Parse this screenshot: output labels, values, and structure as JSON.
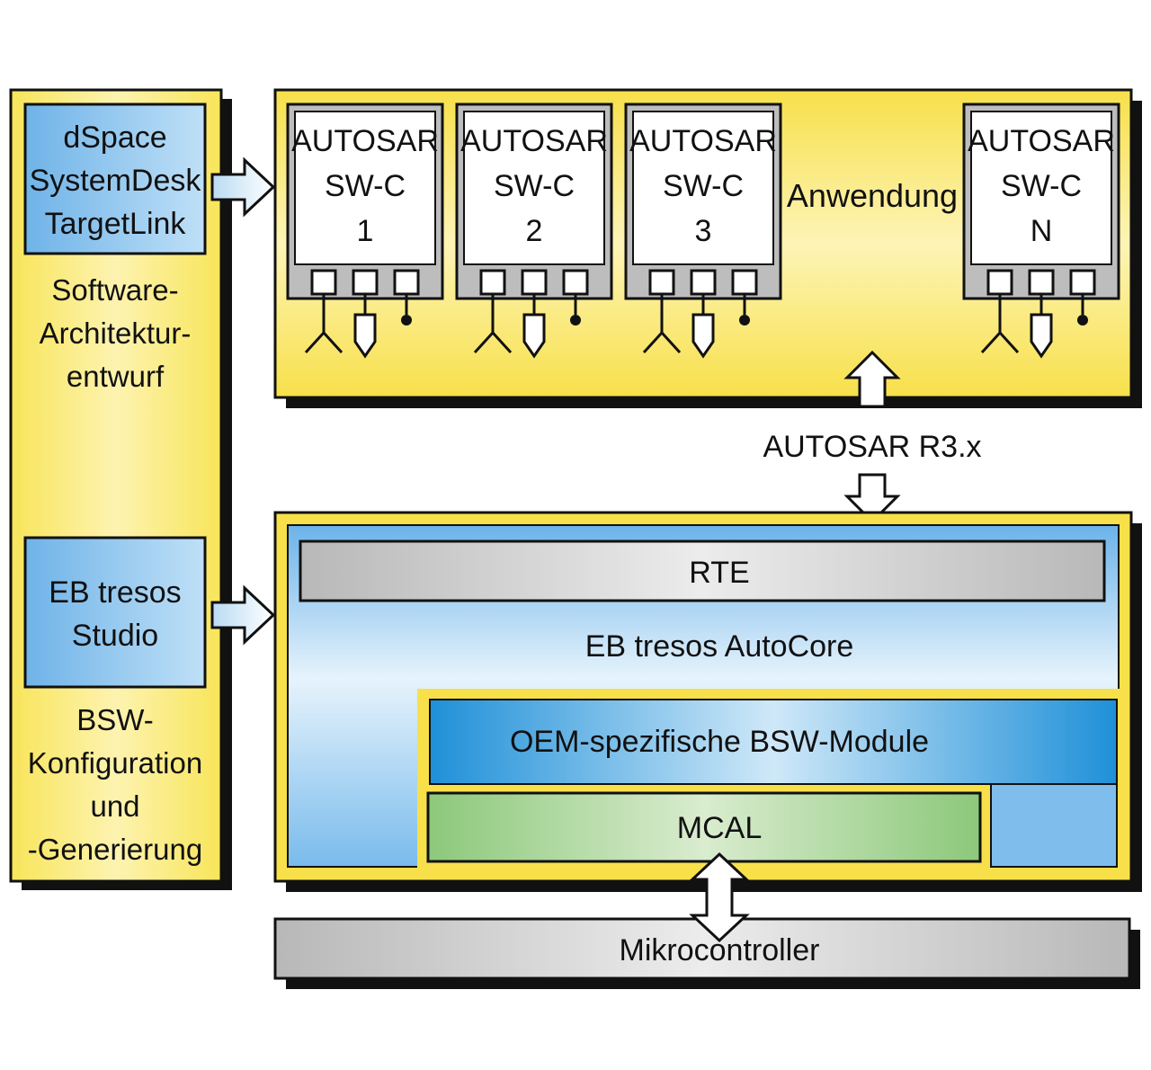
{
  "left_panel": {
    "tool1_lines": [
      "dSpace",
      "SystemDesk",
      "TargetLink"
    ],
    "phase1_lines": [
      "Software-",
      "Architektur-",
      "entwurf"
    ],
    "tool2_lines": [
      "EB tresos",
      "Studio"
    ],
    "phase2_lines": [
      "BSW-",
      "Konfiguration",
      "und",
      "-Generierung"
    ]
  },
  "application": {
    "label": "Anwendung",
    "components": [
      {
        "lines": [
          "AUTOSAR",
          "SW-C",
          "1"
        ]
      },
      {
        "lines": [
          "AUTOSAR",
          "SW-C",
          "2"
        ]
      },
      {
        "lines": [
          "AUTOSAR",
          "SW-C",
          "3"
        ]
      },
      {
        "lines": [
          "AUTOSAR",
          "SW-C",
          "N"
        ]
      }
    ]
  },
  "interface_label": "AUTOSAR R3.x",
  "basic_software": {
    "rte": "RTE",
    "autocore": "EB tresos AutoCore",
    "oem": "OEM-spezifische BSW-Module",
    "mcal": "MCAL"
  },
  "hardware": "Mikrocontroller",
  "colors": {
    "yellow": "#f7e24a",
    "blue": "#8fc4ee",
    "grey": "#c6c6c6",
    "green": "#9ed08a"
  }
}
